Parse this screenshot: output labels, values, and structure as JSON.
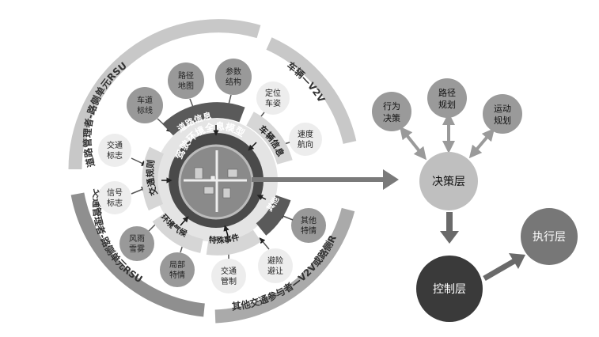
{
  "outer_ring": {
    "top_left": "道路管理者-路侧单元RSU",
    "top_right": "车辆—V2V",
    "bottom_left": "交通管理者-路侧单元RSU",
    "bottom_right": "其他交通参与者—V2V或路侧RSU"
  },
  "middle_ring": {
    "road_info": "道路信息",
    "vehicle_info": "车辆信息",
    "traffic_rules": "交通规则",
    "environment": "环境气候",
    "special_events": "特殊事件",
    "other": "其他"
  },
  "center_label": "驾驶环境全息模型",
  "info_nodes": {
    "road_marking": [
      "车道",
      "标线"
    ],
    "path_map": [
      "路径",
      "地图"
    ],
    "param_structure": [
      "参数",
      "结构"
    ],
    "position_pose": [
      "定位",
      "车姿"
    ],
    "speed_heading": [
      "速度",
      "航向"
    ],
    "traffic_sign": [
      "交通",
      "标志"
    ],
    "signal_sign": [
      "信号",
      "标志"
    ],
    "wind_rain_fog": [
      "风雨",
      "雪雾"
    ],
    "local_special": [
      "局部",
      "特情"
    ],
    "traffic_control": [
      "交通",
      "管制"
    ],
    "avoid_evade": [
      "避险",
      "避让"
    ],
    "other_special": [
      "其他",
      "特情"
    ]
  },
  "right_flow": {
    "behavior_decision": [
      "行为",
      "决策"
    ],
    "path_planning": [
      "路径",
      "规划"
    ],
    "motion_planning": [
      "运动",
      "规划"
    ],
    "decision_layer": "决策层",
    "control_layer": "控制层",
    "execution_layer": "执行层"
  },
  "colors": {
    "outer_ring": "#c8c8c8",
    "node_gray": "#999999",
    "dark_band": "#5a5a5a",
    "light_band": "#e4e4e4",
    "control_layer": "#3a3a3a",
    "execution_layer": "#777777",
    "decision_layer": "#bfbfbf",
    "arrow": "#7a7a7a"
  }
}
